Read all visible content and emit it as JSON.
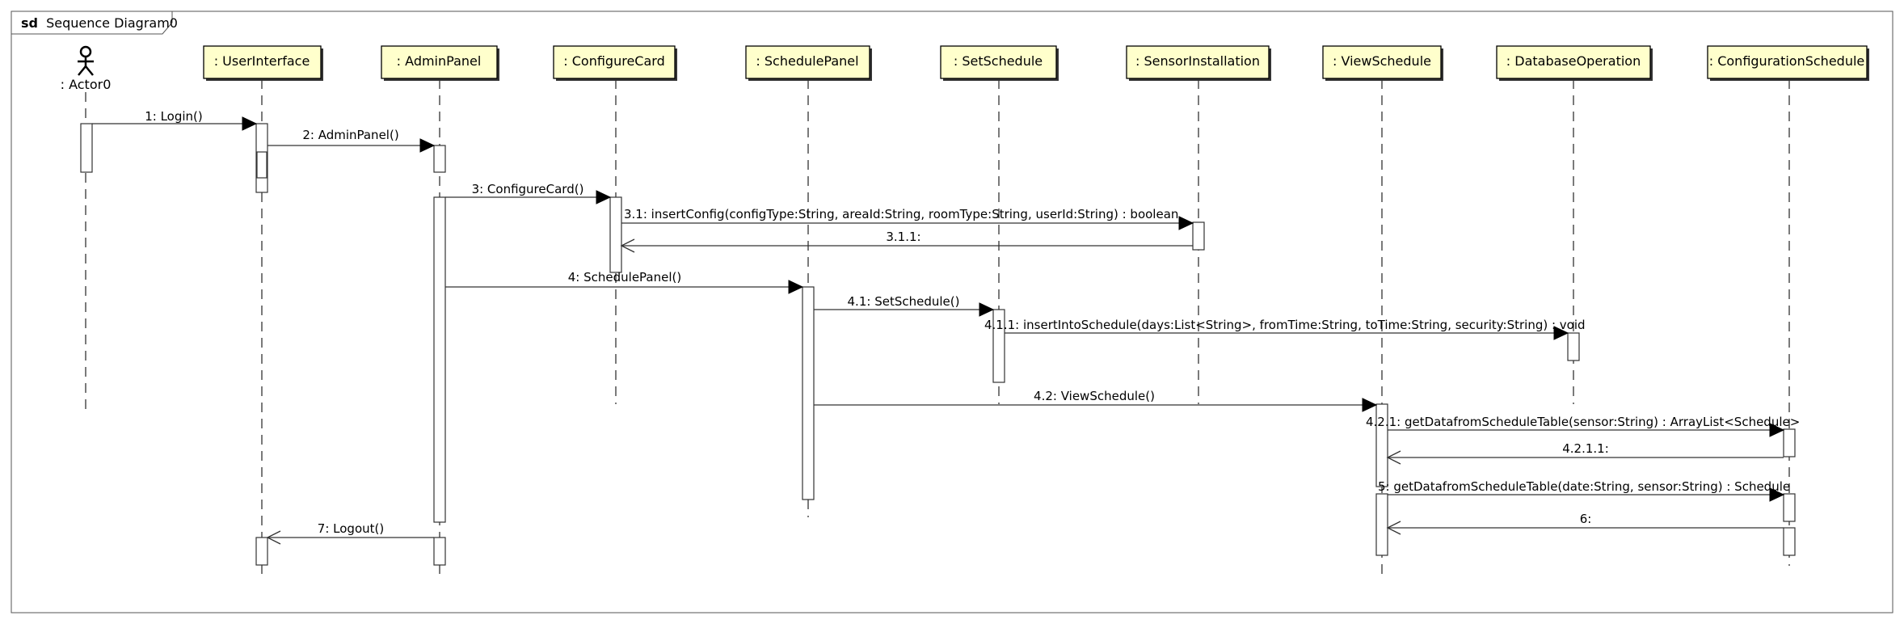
{
  "diagram": {
    "frame": {
      "keyword": "sd",
      "name": "Sequence Diagram0"
    },
    "actor": {
      "label": ": Actor0"
    },
    "lifelines": [
      {
        "id": "ui",
        "label": ": UserInterface"
      },
      {
        "id": "admin",
        "label": ": AdminPanel"
      },
      {
        "id": "cfgcard",
        "label": ": ConfigureCard"
      },
      {
        "id": "schedpanel",
        "label": ": SchedulePanel"
      },
      {
        "id": "setsched",
        "label": ": SetSchedule"
      },
      {
        "id": "sensor",
        "label": ": SensorInstallation"
      },
      {
        "id": "viewsched",
        "label": ": ViewSchedule"
      },
      {
        "id": "db",
        "label": ": DatabaseOperation"
      },
      {
        "id": "cfgsched",
        "label": ": ConfigurationSchedule"
      }
    ],
    "messages": [
      {
        "id": "m1",
        "label": "1: Login()"
      },
      {
        "id": "m2",
        "label": "2: AdminPanel()"
      },
      {
        "id": "m3",
        "label": "3: ConfigureCard()"
      },
      {
        "id": "m31",
        "label": "3.1: insertConfig(configType:String, areaId:String, roomType:String, userId:String) : boolean"
      },
      {
        "id": "m311",
        "label": "3.1.1:"
      },
      {
        "id": "m4",
        "label": "4: SchedulePanel()"
      },
      {
        "id": "m41",
        "label": "4.1: SetSchedule()"
      },
      {
        "id": "m411",
        "label": "4.1.1: insertIntoSchedule(days:List<String>, fromTime:String, toTime:String, security:String) : void"
      },
      {
        "id": "m42",
        "label": "4.2: ViewSchedule()"
      },
      {
        "id": "m421",
        "label": "4.2.1: getDatafromScheduleTable(sensor:String) : ArrayList<Schedule>"
      },
      {
        "id": "m4211",
        "label": "4.2.1.1:"
      },
      {
        "id": "m5",
        "label": "5: getDatafromScheduleTable(date:String, sensor:String) : Schedule"
      },
      {
        "id": "m6",
        "label": "6:"
      },
      {
        "id": "m7",
        "label": "7: Logout()"
      }
    ]
  }
}
